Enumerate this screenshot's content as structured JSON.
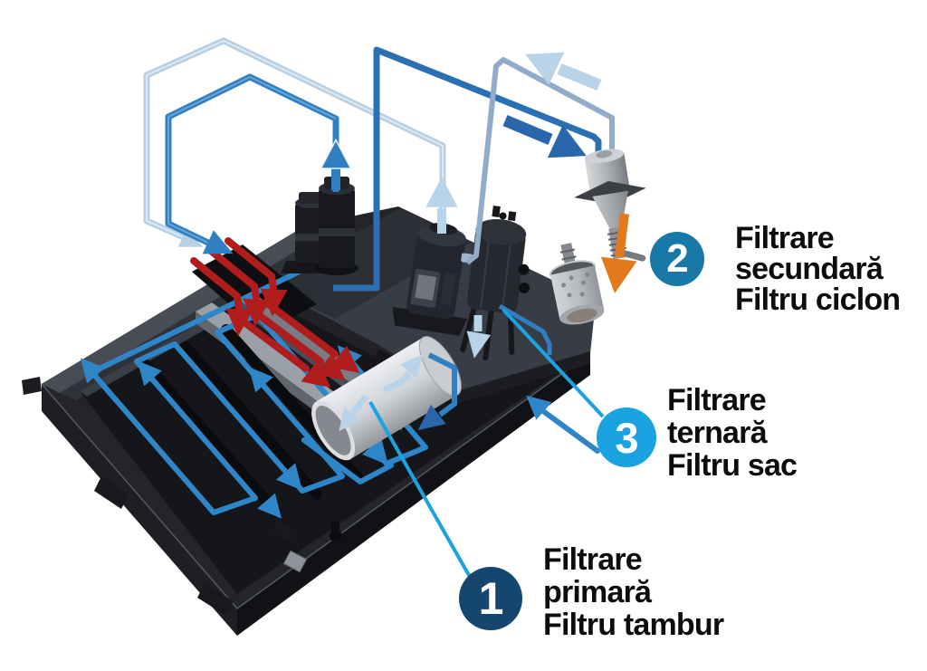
{
  "callouts": {
    "primary": {
      "number": "1",
      "lines": [
        "Filtrare",
        "primară",
        "Filtru tambur"
      ]
    },
    "secondary": {
      "number": "2",
      "lines": [
        "Filtrare",
        "secundară",
        "Filtru ciclon"
      ]
    },
    "tertiary": {
      "number": "3",
      "lines": [
        "Filtrare",
        "ternară",
        "Filtru sac"
      ]
    }
  },
  "illustration": {
    "parts": [
      "basin",
      "deck",
      "inlet-trough",
      "serpentine-flow",
      "drum-filter",
      "pump-1",
      "pump-2",
      "motor-pump",
      "bag-filter",
      "cyclone-filter",
      "collection-jar"
    ],
    "flows": [
      "dirty-inflow-red-arrows",
      "trough-flow-red-arrows",
      "overhead-return-pale-pipe",
      "overhead-return-blue-pipe",
      "cyclone-feed-pipe",
      "cyclone-return-pipe",
      "sludge-discharge-orange-arrow"
    ]
  },
  "colors": {
    "bg": "#ffffff",
    "ink": "#0d0d0d",
    "badge1": "#15476e",
    "badge2": "#1878a8",
    "badge3": "#1ba2e0",
    "leader": "#1ba2e0",
    "pipeBlue": "#2f7fc2",
    "pipeDark": "#2a70b2",
    "pipePale": "#b9cfe4",
    "pipeSlate": "#92abc8",
    "arrowBlue": "#2a66ab",
    "arrowPale": "#b9d3e9",
    "flowBlue": "#2e86c8",
    "red": "#b11d1d",
    "orange": "#e2791d"
  }
}
